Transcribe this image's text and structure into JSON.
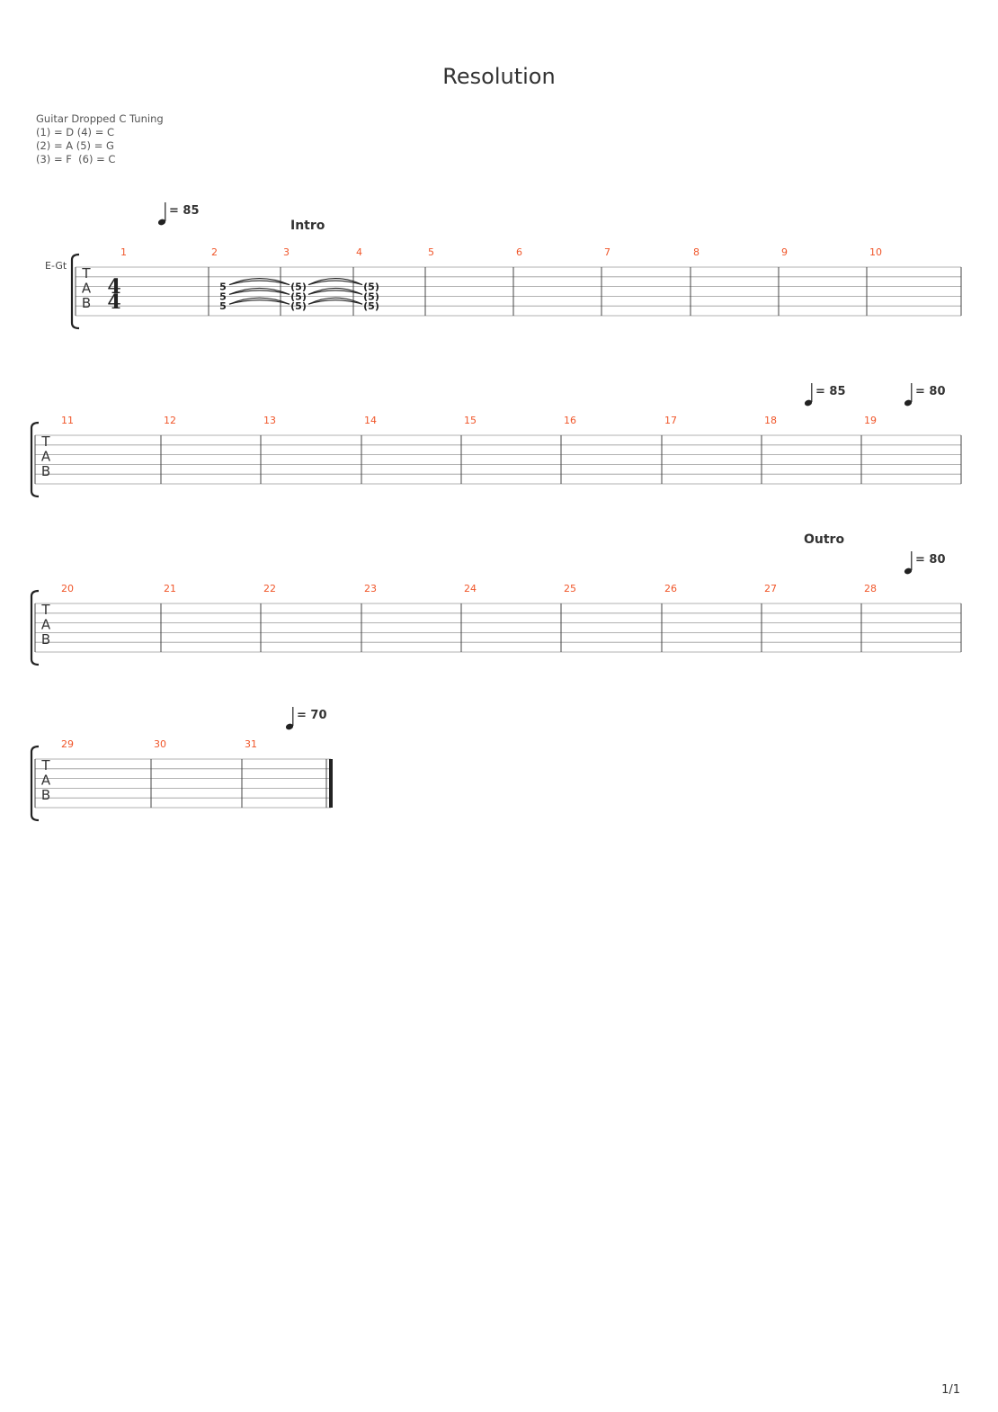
{
  "title": "Resolution",
  "tuning": {
    "name": "Guitar Dropped C Tuning",
    "line1": "(1) = D (4) = C",
    "line2": "(2) = A (5) = G",
    "line3": "(3) = F  (6) = C"
  },
  "instrument": "E-Gt",
  "tab_letters": [
    "T",
    "A",
    "B"
  ],
  "time_signature": {
    "numerator": "4",
    "denominator": "4"
  },
  "sections": {
    "intro": "Intro",
    "outro": "Outro"
  },
  "tempos": {
    "t1": "= 85",
    "t2": "= 85",
    "t3": "= 80",
    "t4": "= 80",
    "t5": "= 70"
  },
  "systems": [
    {
      "bars": [
        "1",
        "2",
        "3",
        "4",
        "5",
        "6",
        "7",
        "8",
        "9",
        "10"
      ]
    },
    {
      "bars": [
        "11",
        "12",
        "13",
        "14",
        "15",
        "16",
        "17",
        "18",
        "19"
      ]
    },
    {
      "bars": [
        "20",
        "21",
        "22",
        "23",
        "24",
        "25",
        "26",
        "27",
        "28"
      ]
    },
    {
      "bars": [
        "29",
        "30",
        "31"
      ]
    }
  ],
  "notes": {
    "bar2": [
      "5",
      "5",
      "5"
    ],
    "bar3": [
      "(5)",
      "(5)",
      "(5)"
    ],
    "bar4": [
      "(5)",
      "(5)",
      "(5)"
    ]
  },
  "page_number": "1/1",
  "colors": {
    "bar_number": "#f0562a",
    "staff_line": "#999999"
  }
}
